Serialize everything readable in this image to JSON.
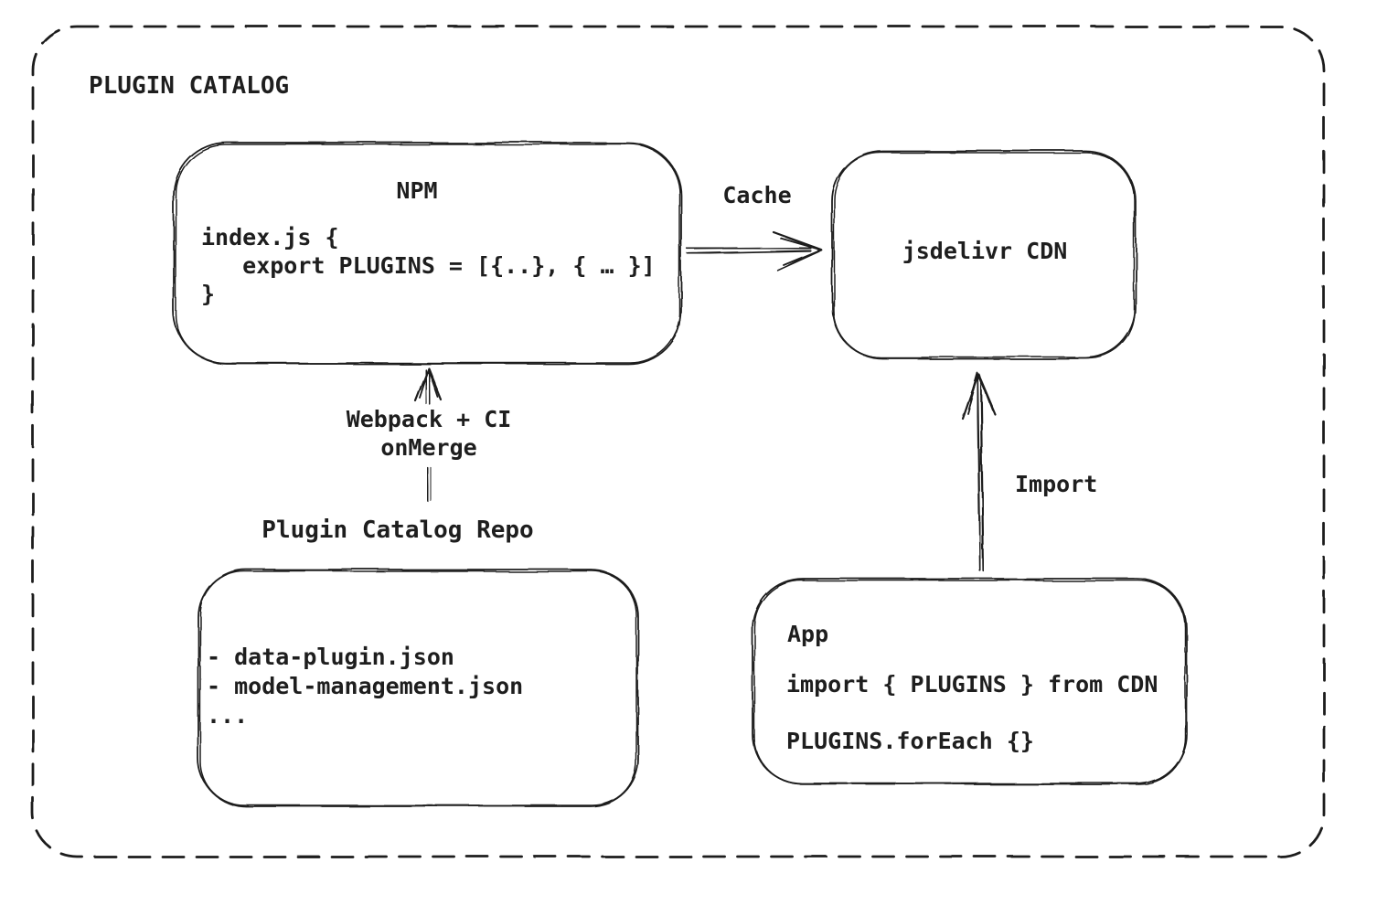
{
  "title": "PLUGIN CATALOG",
  "nodes": {
    "npm": {
      "title": "NPM",
      "code": "index.js {\n   export PLUGINS = [{..}, { … }]\n}"
    },
    "cdn": {
      "label": "jsdelivr CDN"
    },
    "repo": {
      "label": "Plugin Catalog Repo",
      "files": "- data-plugin.json\n- model-management.json\n..."
    },
    "app": {
      "title": "App",
      "import_line": "import { PLUGINS } from CDN",
      "foreach_line": "PLUGINS.forEach {}"
    }
  },
  "edges": {
    "cache": {
      "label": "Cache"
    },
    "build": {
      "label": "Webpack + CI\nonMerge"
    },
    "import": {
      "label": "Import"
    }
  },
  "colors": {
    "ink": "#1e1e1e",
    "background": "#ffffff"
  }
}
